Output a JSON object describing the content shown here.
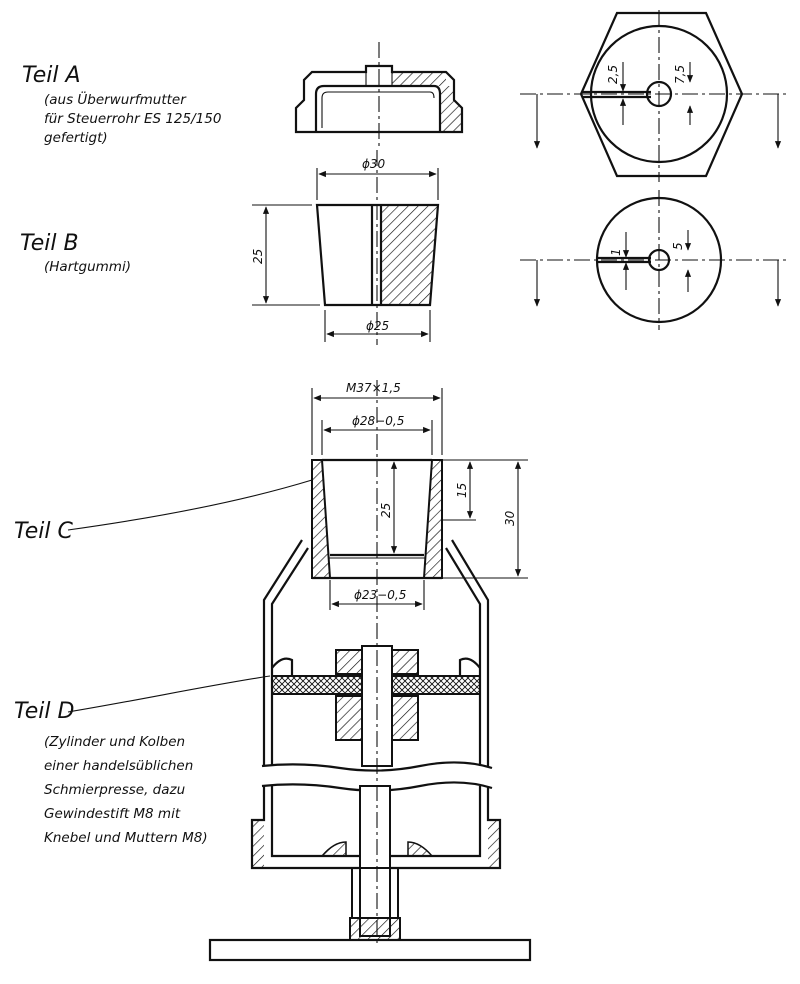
{
  "labels": {
    "teil_a": "Teil A",
    "teil_a_note": [
      "(aus Überwurfmutter",
      "für Steuerrohr ES 125/150",
      "gefertigt)"
    ],
    "teil_b": "Teil B",
    "teil_b_note": [
      "(Hartgummi)"
    ],
    "teil_c": "Teil C",
    "teil_d": "Teil D",
    "teil_d_note": [
      "(Zylinder und Kolben",
      "einer handelsüblichen",
      "Schmierpresse, dazu",
      "Gewindestift M8 mit",
      "Knebel und Muttern M8)"
    ]
  },
  "dimensions": {
    "a_top_view_2_5": "2,5",
    "a_top_view_7_5": "7,5",
    "b_top_diameter": "ϕ30",
    "b_height": "25",
    "b_bottom_diameter": "ϕ25",
    "b_top_view_1": "1",
    "b_top_view_5": "5",
    "c_thread": "M37×1,5",
    "c_inner_top": "ϕ28−0,5",
    "c_inner_height": "25",
    "c_height_15": "15",
    "c_height_30": "30",
    "c_inner_bottom": "ϕ23−0,5"
  },
  "colors": {
    "ink": "#111111",
    "paper": "#ffffff"
  }
}
